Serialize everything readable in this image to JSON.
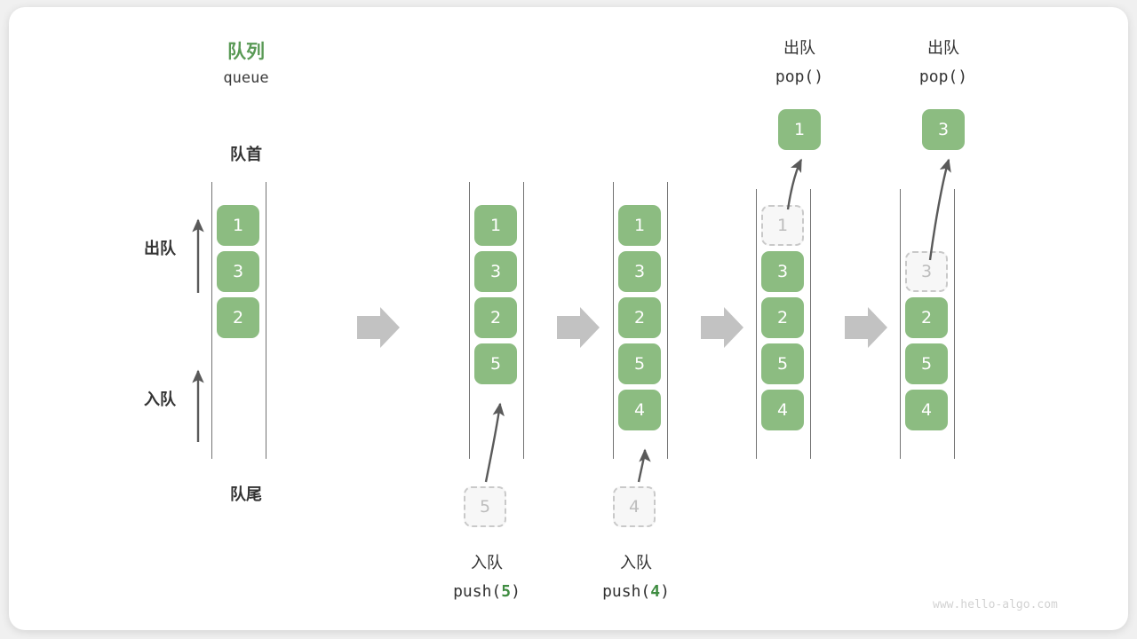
{
  "figure": {
    "title_cn": "队列",
    "title_en": "queue",
    "front_label": "队首",
    "rear_label": "队尾",
    "dequeue_label": "出队",
    "enqueue_label": "入队",
    "watermark": "www.hello-algo.com",
    "accent_green": "#5a9a56",
    "box_green": "#8cbc81",
    "ghost_gray": "#bdbdbd",
    "arrow_gray": "#5a5a5a",
    "connector_gray": "#c2c2c2"
  },
  "panels": [
    {
      "id": "panel-initial",
      "op_cn": "",
      "op_code": "",
      "items": [
        "1",
        "3",
        "2"
      ],
      "ghost_index": -1,
      "start_slot": 0,
      "incoming": "",
      "popped": ""
    },
    {
      "id": "panel-push-5",
      "op_cn": "入队",
      "op_code_prefix": "push(",
      "op_code_num": "5",
      "op_code_suffix": ")",
      "items": [
        "1",
        "3",
        "2",
        "5"
      ],
      "ghost_index": -1,
      "start_slot": 0,
      "incoming": "5",
      "popped": ""
    },
    {
      "id": "panel-push-4",
      "op_cn": "入队",
      "op_code_prefix": "push(",
      "op_code_num": "4",
      "op_code_suffix": ")",
      "items": [
        "1",
        "3",
        "2",
        "5",
        "4"
      ],
      "ghost_index": -1,
      "start_slot": 0,
      "incoming": "4",
      "popped": ""
    },
    {
      "id": "panel-pop-1",
      "op_cn": "出队",
      "op_code_prefix": "pop(",
      "op_code_num": "",
      "op_code_suffix": ")",
      "items": [
        "1",
        "3",
        "2",
        "5",
        "4"
      ],
      "ghost_index": 0,
      "start_slot": 0,
      "incoming": "",
      "popped": "1"
    },
    {
      "id": "panel-pop-3",
      "op_cn": "出队",
      "op_code_prefix": "pop(",
      "op_code_num": "",
      "op_code_suffix": ")",
      "items": [
        "3",
        "2",
        "5",
        "4"
      ],
      "ghost_index": 0,
      "start_slot": 1,
      "incoming": "",
      "popped": "3"
    }
  ],
  "connectors": [
    {
      "name": "connector-1"
    },
    {
      "name": "connector-2"
    },
    {
      "name": "connector-3"
    },
    {
      "name": "connector-4"
    }
  ]
}
